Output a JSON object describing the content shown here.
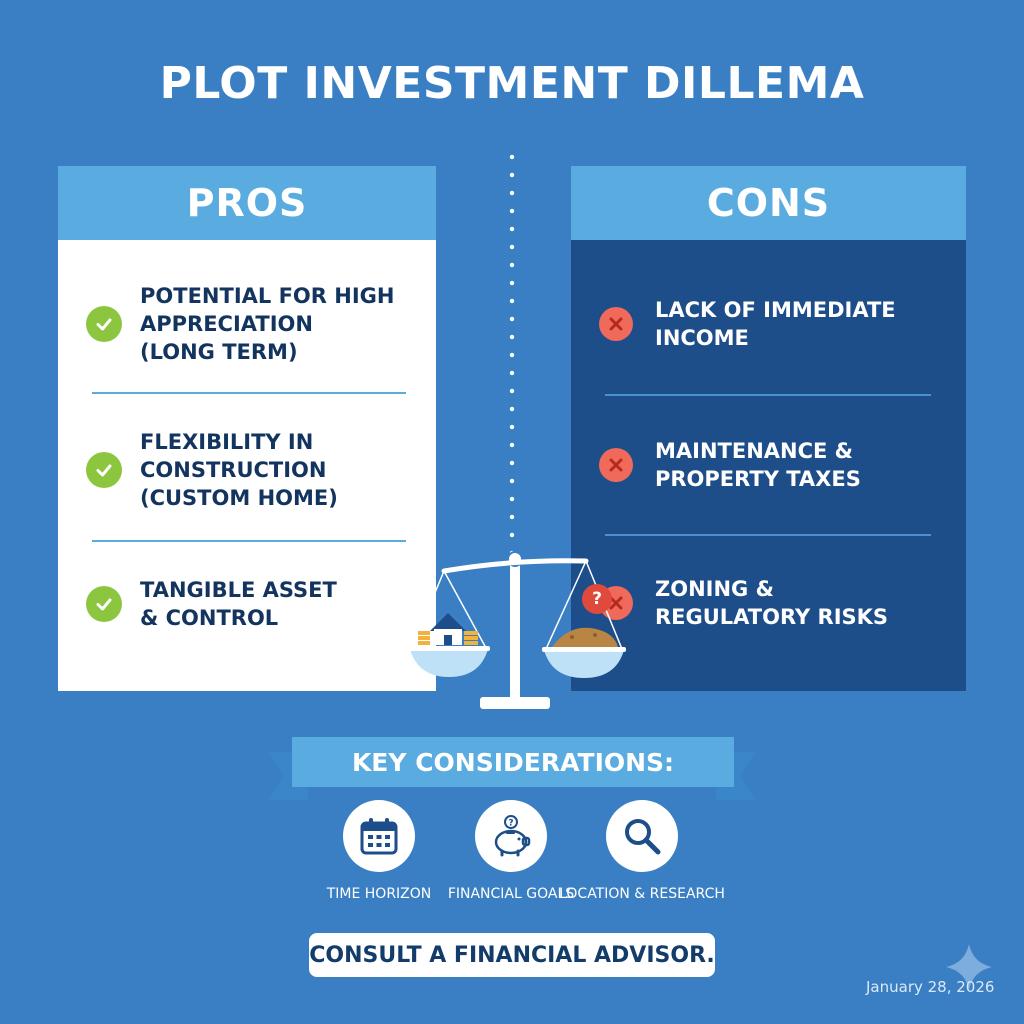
{
  "title": "PLOT INVESTMENT DILLEMA",
  "pros": {
    "header": "PROS",
    "items": [
      {
        "line1": "POTENTIAL FOR HIGH",
        "line2": "APPRECIATION",
        "line3": "(LONG TERM)"
      },
      {
        "line1": "FLEXIBILITY IN",
        "line2": "CONSTRUCTION",
        "line3": "(CUSTOM HOME)"
      },
      {
        "line1": "TANGIBLE ASSET",
        "line2": "& CONTROL",
        "line3": ""
      }
    ]
  },
  "cons": {
    "header": "CONS",
    "items": [
      {
        "line1": "LACK OF IMMEDIATE",
        "line2": "INCOME"
      },
      {
        "line1": "MAINTENANCE &",
        "line2": "PROPERTY TAXES"
      },
      {
        "line1": "ZONING &",
        "line2": "REGULATORY RISKS"
      }
    ]
  },
  "scale": {
    "badge": "?"
  },
  "key_considerations": {
    "heading": "KEY CONSIDERATIONS:",
    "items": [
      {
        "label": "TIME HORIZON",
        "icon": "calendar-icon"
      },
      {
        "label": "FINANCIAL GOALS",
        "icon": "piggy-bank-icon"
      },
      {
        "label": "LOCATION & RESEARCH",
        "icon": "magnifier-icon"
      }
    ]
  },
  "cta": "CONSULT A FINANCIAL ADVISOR.",
  "date": "January 28, 2026",
  "colors": {
    "background": "#3a7fc4",
    "header_blue": "#5aace0",
    "cons_panel": "#1d4e8a",
    "check_green": "#8cc63f",
    "cross_red": "#ef6a5b"
  }
}
